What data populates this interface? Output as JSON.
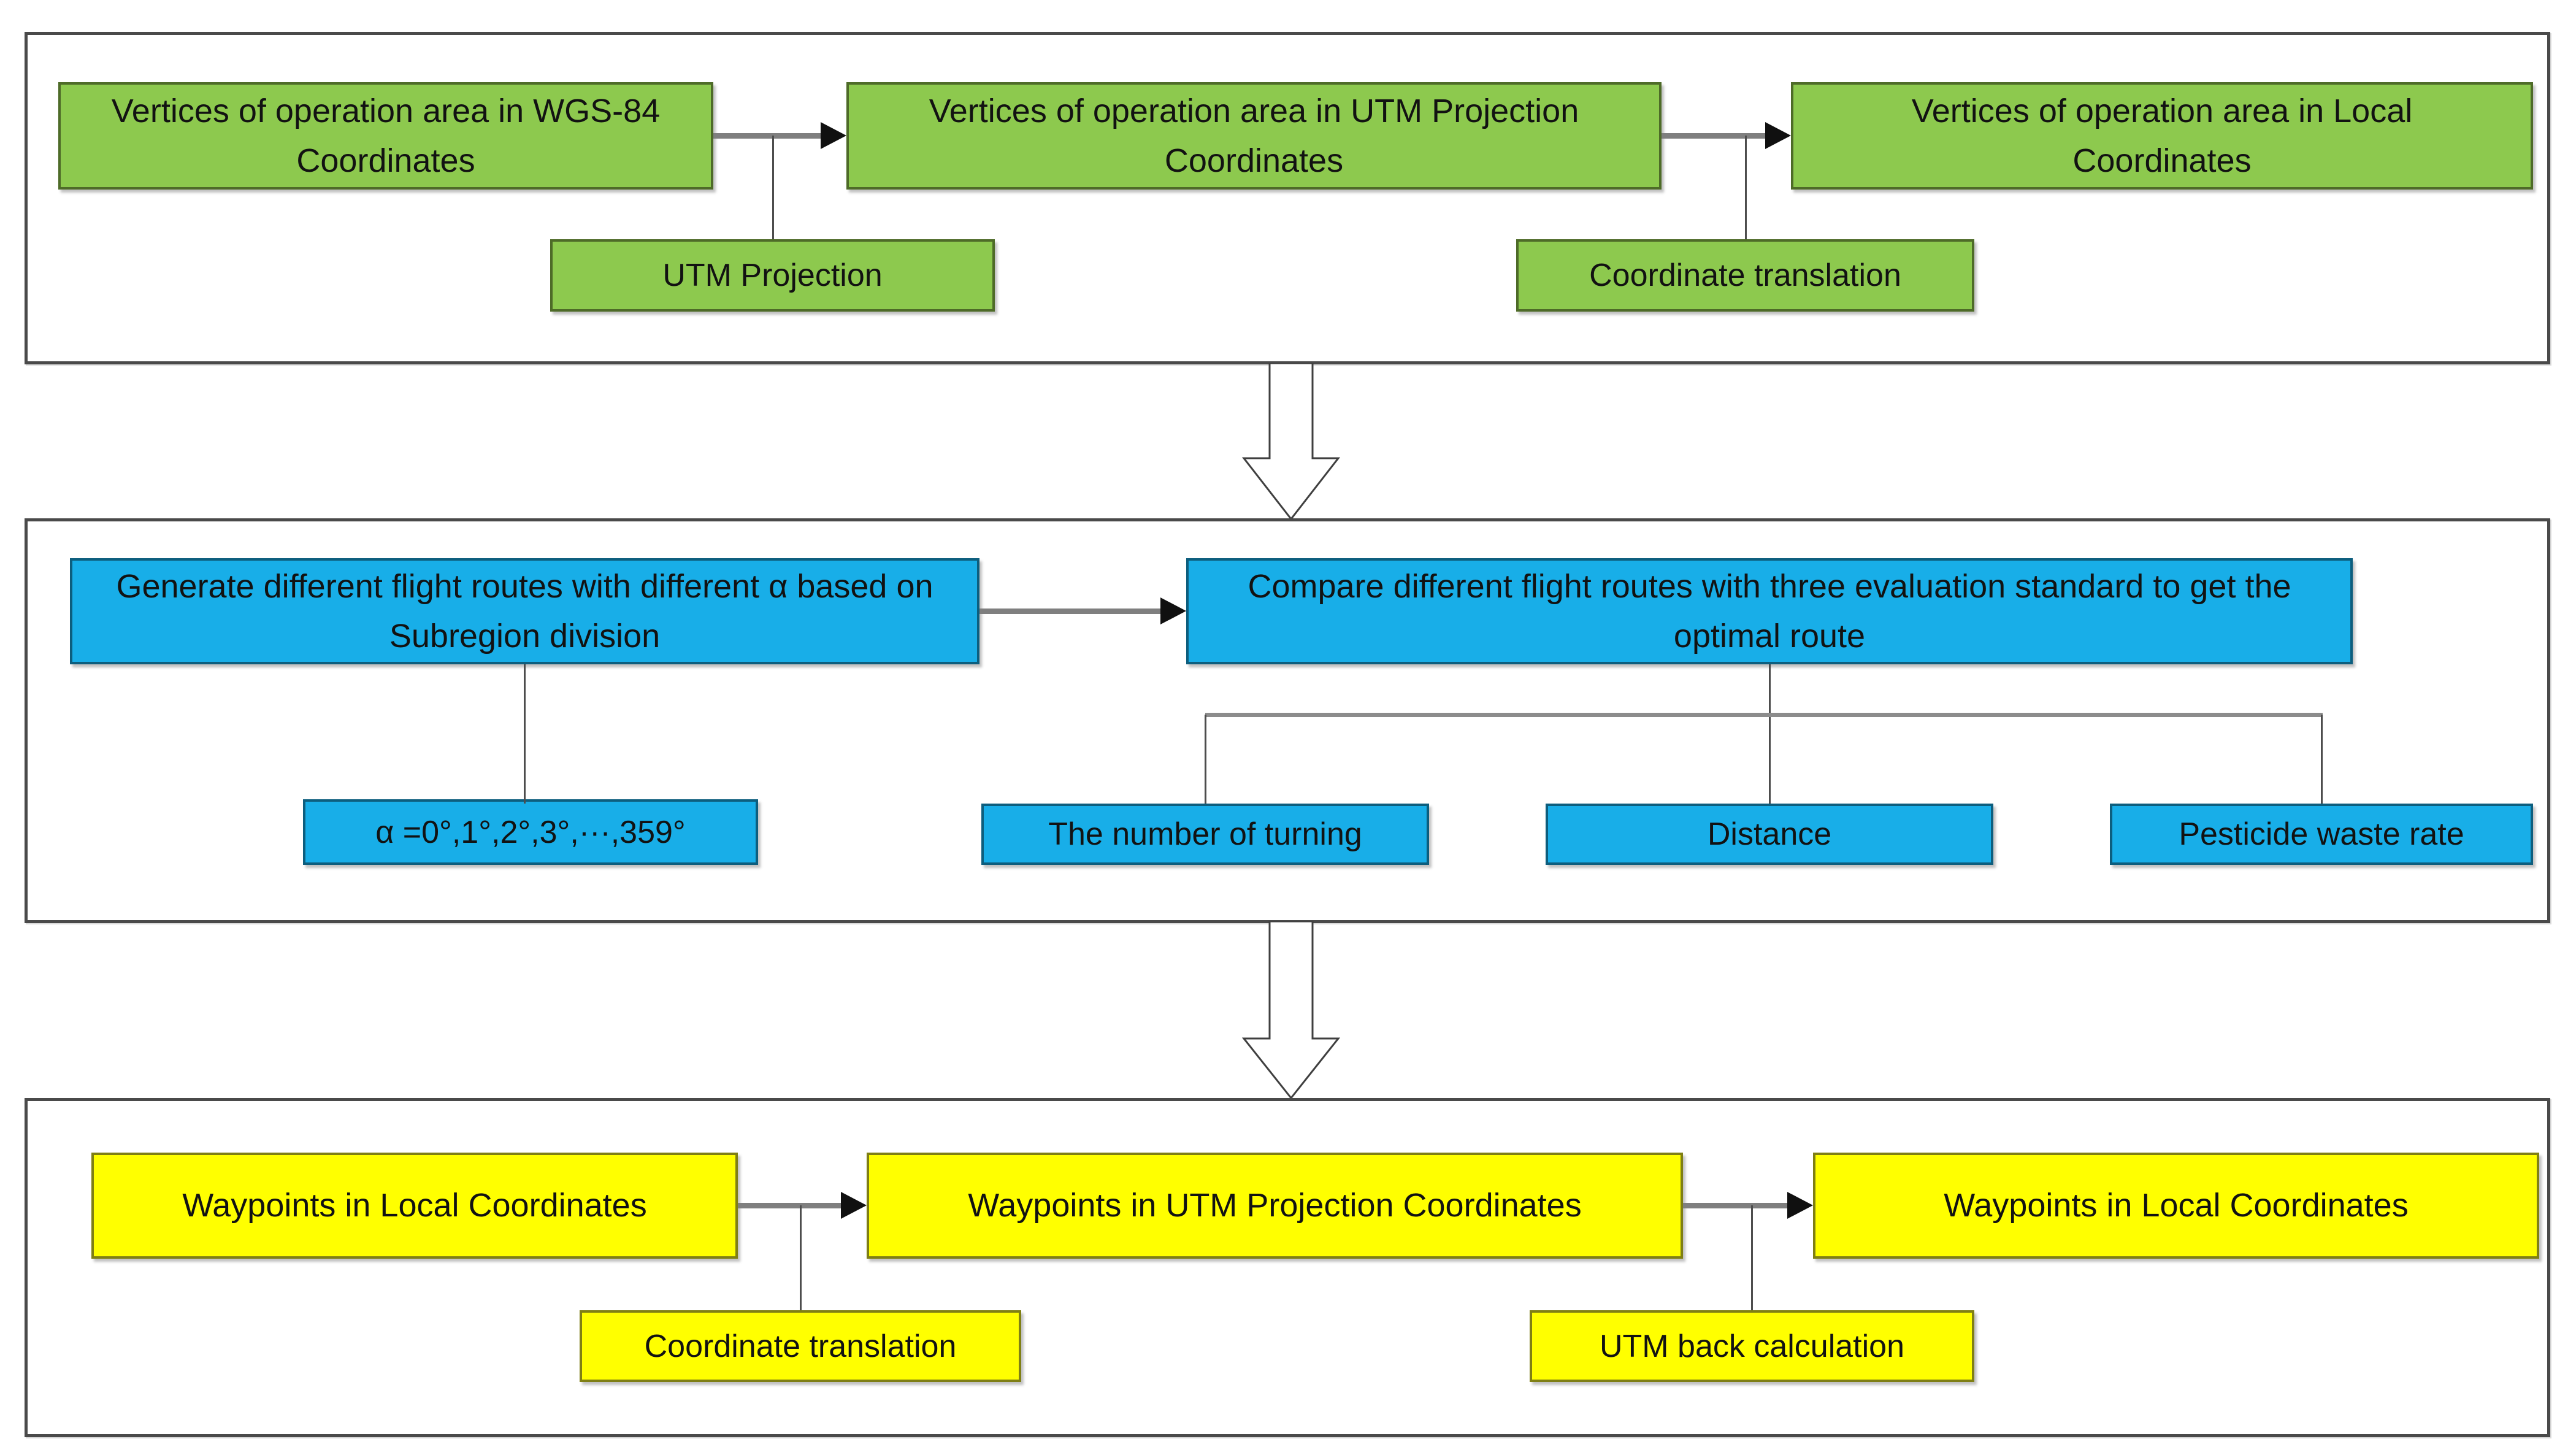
{
  "colors": {
    "green": "#8dc94e",
    "blue": "#18aee8",
    "yellow": "#ffff00",
    "line_gray": "#7f7f7f",
    "border_dark": "#4a4a4a"
  },
  "panel1": {
    "box_wgs84": "Vertices of operation area in WGS-84 Coordinates",
    "box_utm": "Vertices of operation area in UTM Projection Coordinates",
    "box_local": "Vertices of operation area in Local Coordinates",
    "label_utm_projection": "UTM Projection",
    "label_coordinate_translation": "Coordinate translation"
  },
  "panel2": {
    "box_generate": "Generate different flight routes with different α based on Subregion division",
    "box_compare": "Compare different flight routes with three evaluation standard to get the optimal route",
    "box_alpha": "α =0°,1°,2°,3°,···,359°",
    "box_turning": "The number of turning",
    "box_distance": "Distance",
    "box_pesticide": "Pesticide waste rate"
  },
  "panel3": {
    "box_waypoints_local_1": "Waypoints in Local Coordinates",
    "box_waypoints_utm": "Waypoints in UTM Projection Coordinates",
    "box_waypoints_local_2": "Waypoints in Local Coordinates",
    "label_coordinate_translation": "Coordinate translation",
    "label_utm_back": "UTM back calculation"
  }
}
